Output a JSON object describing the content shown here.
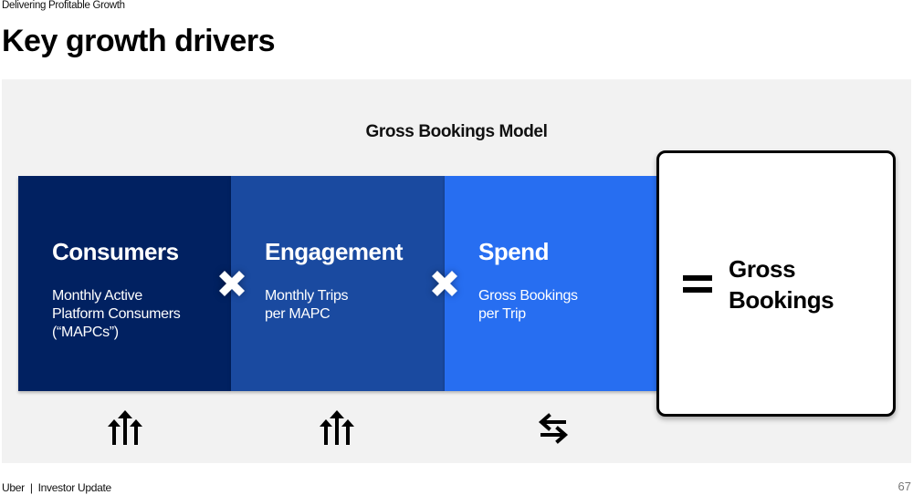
{
  "header": {
    "kicker": "Delivering Profitable Growth",
    "title": "Key growth drivers"
  },
  "model": {
    "title": "Gross Bookings Model",
    "drivers": [
      {
        "title": "Consumers",
        "subtitle": "Monthly Active\nPlatform Consumers\n(“MAPCs”)",
        "color": "#012161",
        "trend_icon": "trending-up-arrows-icon"
      },
      {
        "title": "Engagement",
        "subtitle": "Monthly Trips\nper MAPC",
        "color": "#1a4aa0",
        "trend_icon": "trending-up-arrows-icon"
      },
      {
        "title": "Spend",
        "subtitle": "Gross Bookings\nper Trip",
        "color": "#276ef1",
        "trend_icon": "exchange-arrows-icon"
      }
    ],
    "operators": [
      "multiply-icon",
      "multiply-icon",
      "equals-icon"
    ],
    "result": {
      "label": "Gross\nBookings"
    }
  },
  "footer": {
    "brand": "Uber",
    "separator": "|",
    "section": "Investor Update",
    "page_number": "67"
  }
}
